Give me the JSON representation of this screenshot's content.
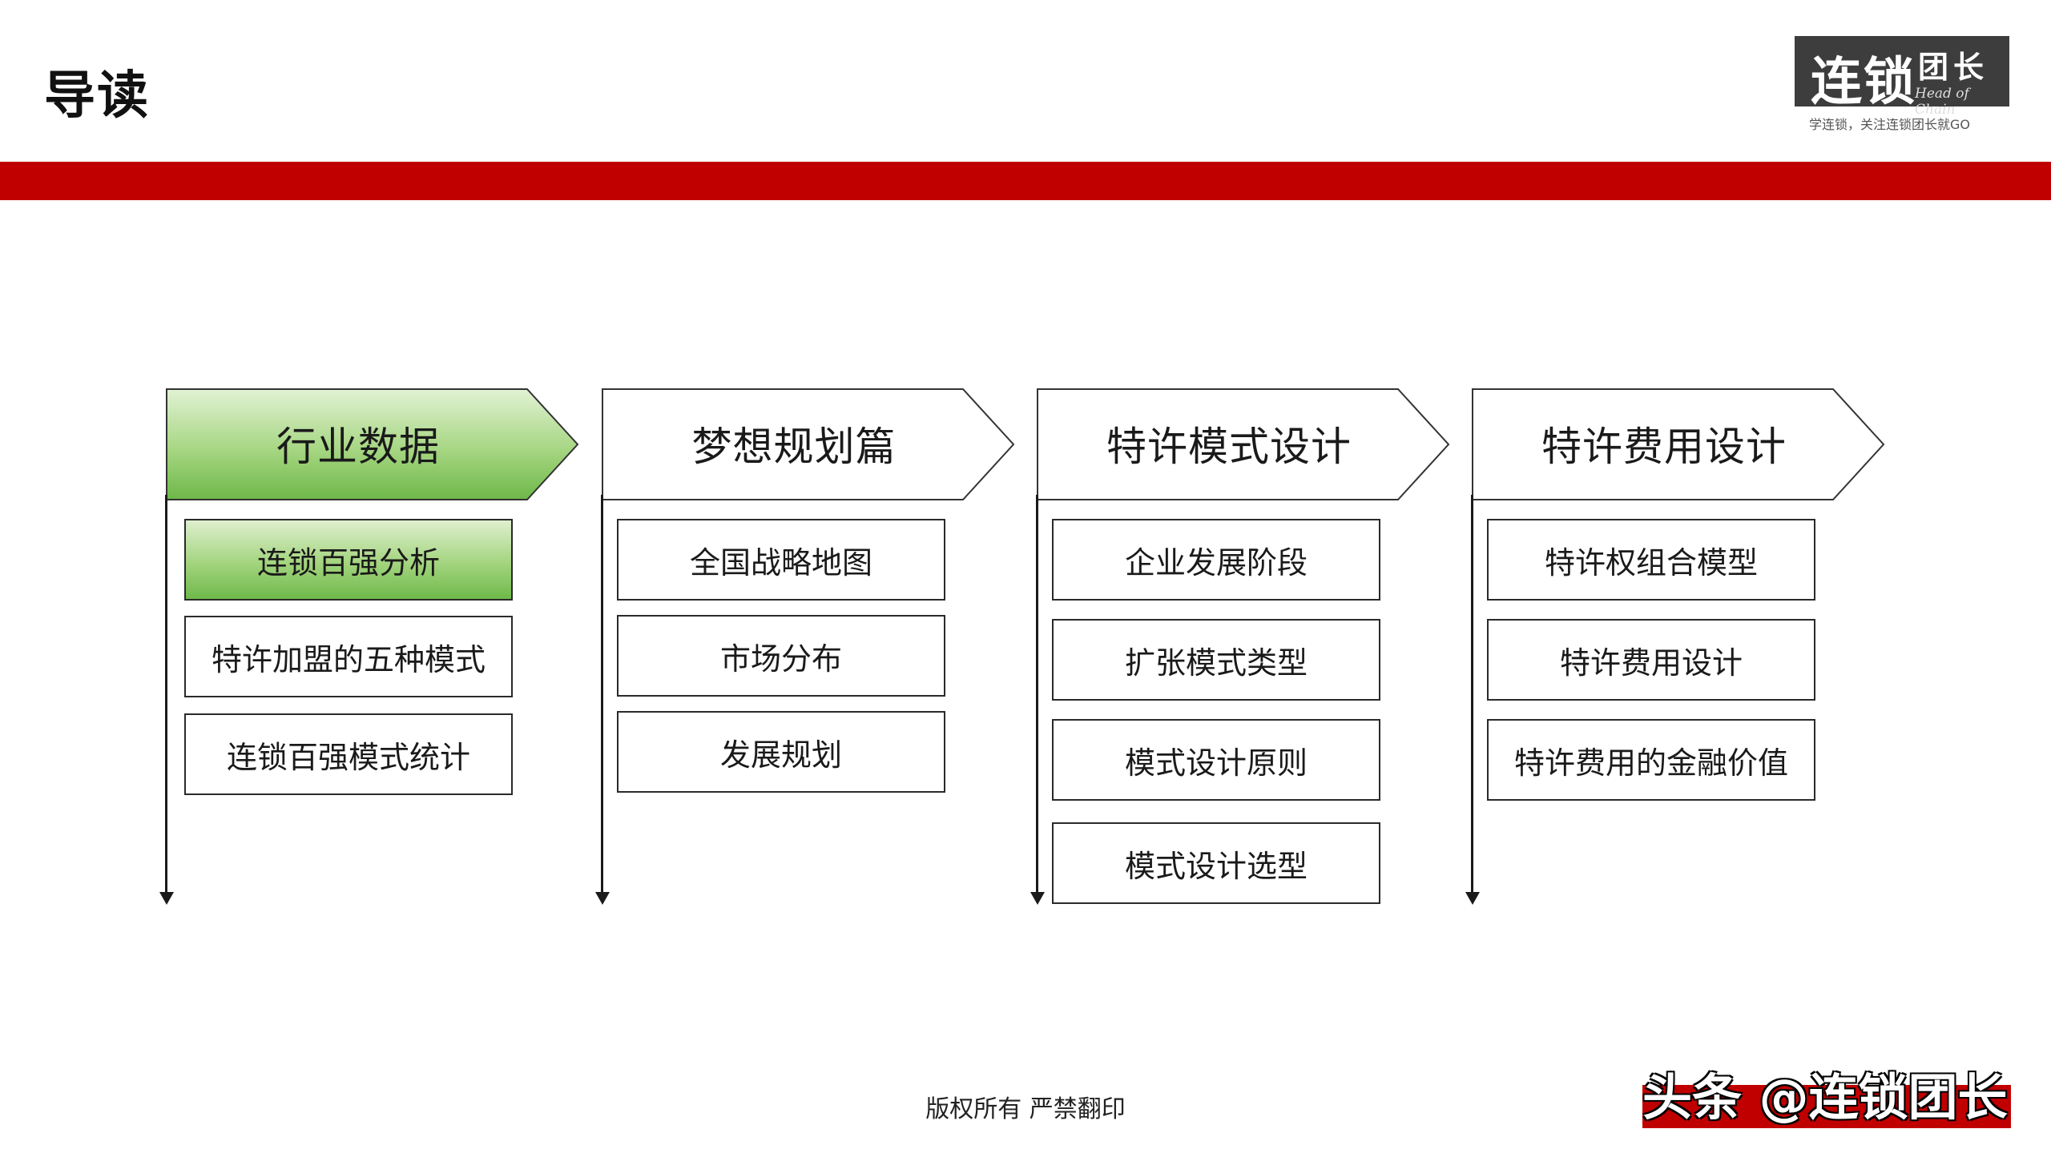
{
  "header": {
    "title": "导读",
    "logo_main": "连锁",
    "logo_sub": "团长",
    "logo_en": "Head of Chain",
    "logo_slogan": "学连锁，关注连锁团长就GO"
  },
  "colors": {
    "brand_red": "#c00000",
    "active_green": "#6fb94a",
    "logo_bg": "#3d3d3d"
  },
  "sections": [
    {
      "title": "行业数据",
      "active": true,
      "items": [
        {
          "label": "连锁百强分析",
          "active": true
        },
        {
          "label": "特许加盟的五种模式",
          "active": false
        },
        {
          "label": "连锁百强模式统计",
          "active": false
        }
      ]
    },
    {
      "title": "梦想规划篇",
      "active": false,
      "items": [
        {
          "label": "全国战略地图",
          "active": false
        },
        {
          "label": "市场分布",
          "active": false
        },
        {
          "label": "发展规划",
          "active": false
        }
      ]
    },
    {
      "title": "特许模式设计",
      "active": false,
      "items": [
        {
          "label": "企业发展阶段",
          "active": false
        },
        {
          "label": "扩张模式类型",
          "active": false
        },
        {
          "label": "模式设计原则",
          "active": false
        },
        {
          "label": "模式设计选型",
          "active": false
        }
      ]
    },
    {
      "title": "特许费用设计",
      "active": false,
      "items": [
        {
          "label": "特许权组合模型",
          "active": false
        },
        {
          "label": "特许费用设计",
          "active": false
        },
        {
          "label": "特许费用的金融价值",
          "active": false
        }
      ]
    }
  ],
  "footer": {
    "copyright": "版权所有  严禁翻印",
    "watermark": "头条 @连锁团长"
  }
}
